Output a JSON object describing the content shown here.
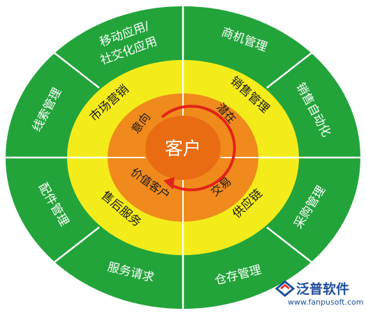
{
  "center": {
    "label": "客户"
  },
  "inner_ring": {
    "items": [
      "意向",
      "潜在",
      "交易",
      "价值客户"
    ]
  },
  "middle_ring": {
    "items": [
      "市场营销",
      "销售管理",
      "供应链",
      "售后服务"
    ]
  },
  "outer_ring": {
    "items": [
      "移动应用/",
      "社交化应用",
      "商机管理",
      "销售自动化",
      "采购管理",
      "仓存管理",
      "服务请求",
      "配件管理",
      "线索管理"
    ]
  },
  "watermark": {
    "brand": "泛普软件",
    "url": "www.fanpusoft.com"
  },
  "colors": {
    "outer": "#22a43a",
    "middle": "#f4ec1a",
    "inner": "#f08a1c",
    "center": "#e96c12",
    "arrow": "#e2231a",
    "brand": "#1f4e9c"
  }
}
